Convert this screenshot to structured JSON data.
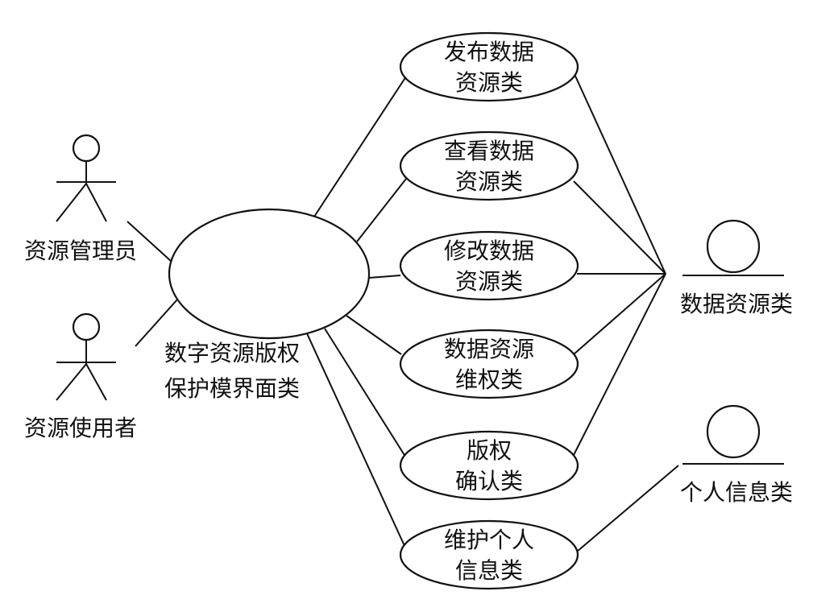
{
  "actors": {
    "manager": "资源管理员",
    "user": "资源使用者"
  },
  "boundary": {
    "line1": "数字资源版权",
    "line2": "保护模界面类"
  },
  "controls": {
    "publish": [
      "发布数据",
      "资源类"
    ],
    "view": [
      "查看数据",
      "资源类"
    ],
    "modify": [
      "修改数据",
      "资源类"
    ],
    "rights": [
      "数据资源",
      "维权类"
    ],
    "confirm": [
      "版权",
      "确认类"
    ],
    "personal": [
      "维护个人",
      "信息类"
    ]
  },
  "entities": {
    "data_resource": "数据资源类",
    "personal_info": "个人信息类"
  },
  "style": {
    "line_color": "#111111",
    "background": "#ffffff"
  }
}
